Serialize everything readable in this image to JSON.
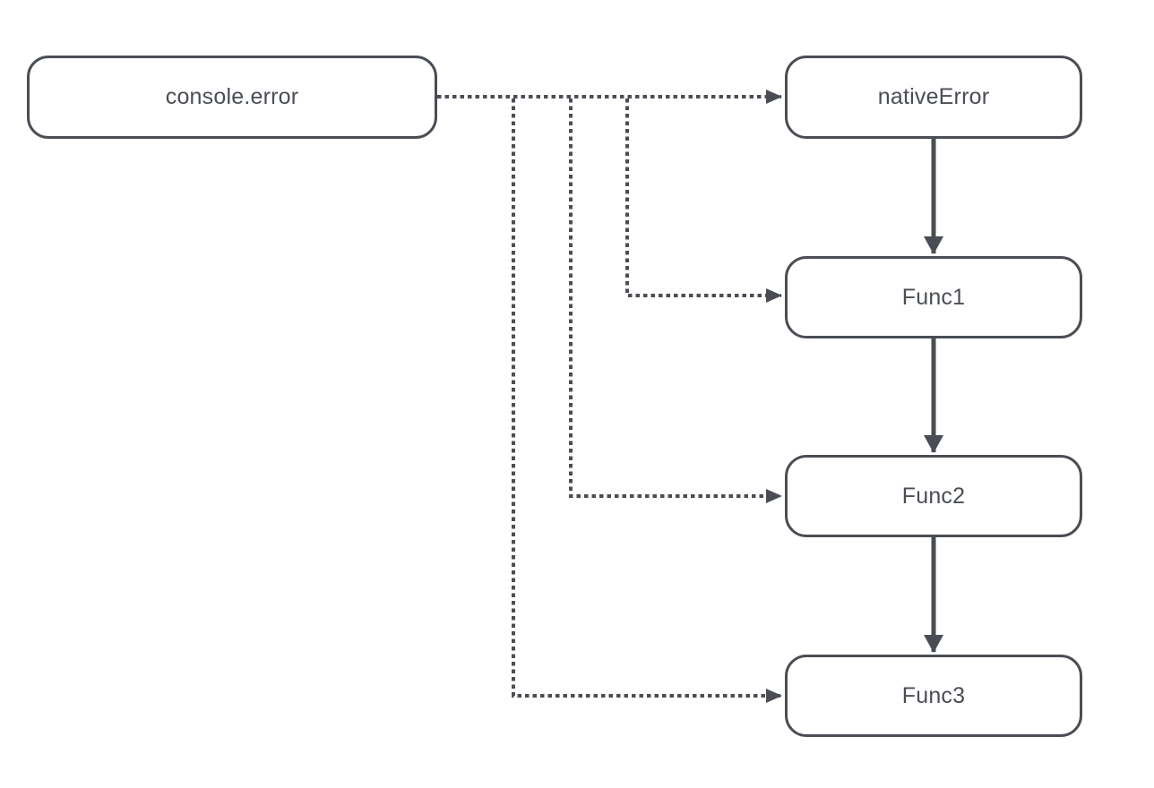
{
  "diagram": {
    "colors": {
      "stroke": "#4a4e54",
      "text": "#4a4e54",
      "background": "#ffffff"
    },
    "nodes": [
      {
        "id": "console-error",
        "label": "console.error"
      },
      {
        "id": "native-error",
        "label": "nativeError"
      },
      {
        "id": "func1",
        "label": "Func1"
      },
      {
        "id": "func2",
        "label": "Func2"
      },
      {
        "id": "func3",
        "label": "Func3"
      }
    ],
    "edges": [
      {
        "from": "console.error",
        "to": "nativeError",
        "style": "dotted"
      },
      {
        "from": "console.error",
        "to": "Func1",
        "style": "dotted"
      },
      {
        "from": "console.error",
        "to": "Func2",
        "style": "dotted"
      },
      {
        "from": "console.error",
        "to": "Func3",
        "style": "dotted"
      },
      {
        "from": "nativeError",
        "to": "Func1",
        "style": "solid"
      },
      {
        "from": "Func1",
        "to": "Func2",
        "style": "solid"
      },
      {
        "from": "Func2",
        "to": "Func3",
        "style": "solid"
      }
    ]
  }
}
